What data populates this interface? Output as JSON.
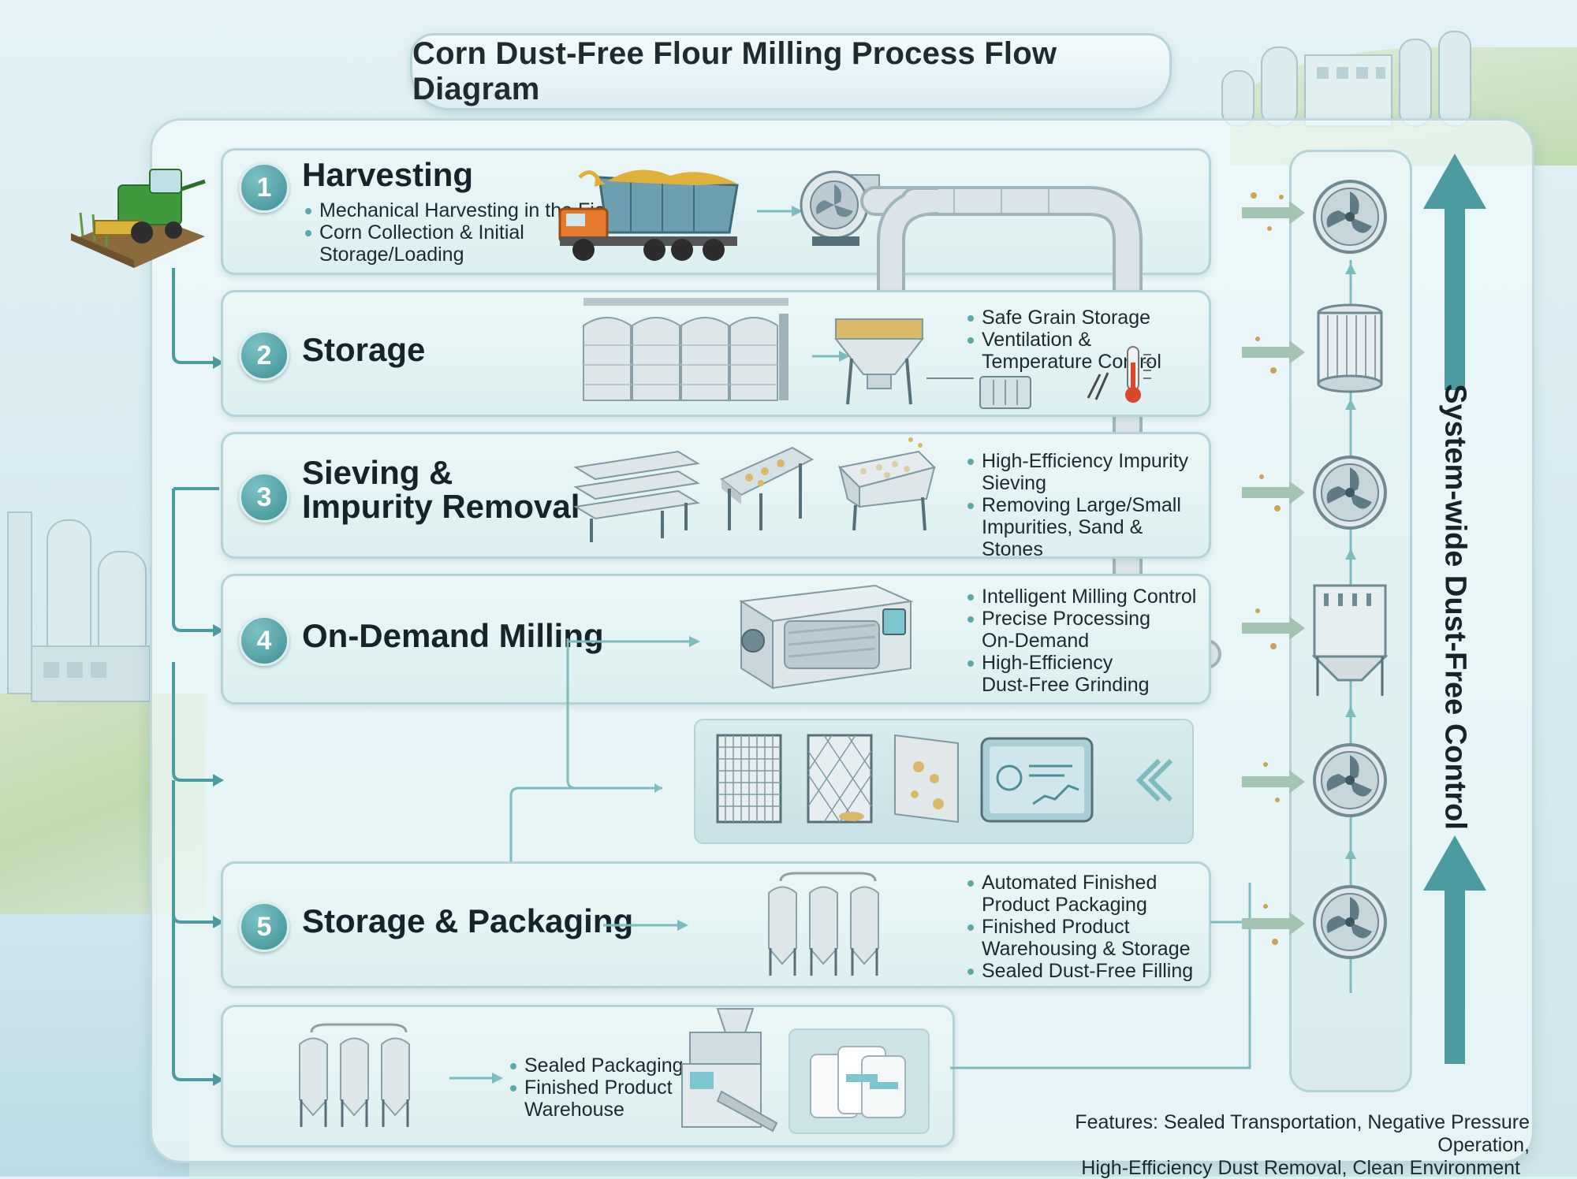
{
  "title": "Corn Dust-Free Flour Milling Process Flow Diagram",
  "stages": [
    {
      "number": "1",
      "title_lines": [
        "Harvesting"
      ],
      "bullets": [
        [
          "Mechanical Harvesting in the Field"
        ],
        [
          "Corn Collection & Initial",
          "Storage/Loading"
        ]
      ]
    },
    {
      "number": "2",
      "title_lines": [
        "Storage"
      ],
      "bullets": [
        [
          "Safe Grain Storage"
        ],
        [
          "Ventilation &",
          "Temperature Control"
        ]
      ]
    },
    {
      "number": "3",
      "title_lines": [
        "Sieving &",
        "Impurity Removal"
      ],
      "bullets": [
        [
          "High-Efficiency Impurity",
          "Sieving"
        ],
        [
          "Removing Large/Small",
          "Impurities, Sand & Stones"
        ]
      ]
    },
    {
      "number": "4",
      "title_lines": [
        "On-Demand Milling"
      ],
      "bullets": [
        [
          "Intelligent Milling Control"
        ],
        [
          "Precise Processing",
          "On-Demand"
        ],
        [
          "High-Efficiency",
          "Dust-Free Grinding"
        ]
      ]
    },
    {
      "number": "5",
      "title_lines": [
        "Storage & Packaging"
      ],
      "bullets": [
        [
          "Automated Finished",
          "Product Packaging"
        ],
        [
          "Finished Product",
          "Warehousing & Storage"
        ],
        [
          "Sealed Dust-Free Filling"
        ]
      ]
    }
  ],
  "bottom_stage": {
    "bullets": [
      [
        "Sealed Packaging"
      ],
      [
        "Finished Product",
        "Warehouse"
      ]
    ]
  },
  "control_label": "System-wide Dust-Free Control",
  "features": {
    "line1": "Features: Sealed Transportation, Negative Pressure Operation,",
    "line2": "High-Efficiency Dust Removal, Clean Environment"
  },
  "colors": {
    "accent": "#3e8f95",
    "panel": "#dceff0",
    "pipe": "#c9d6dc",
    "arrow": "#4b9ba0"
  },
  "icons": [
    "combine-harvester-icon",
    "dump-truck-icon",
    "blower-fan-icon",
    "grain-silos-icon",
    "hopper-icon",
    "control-panel-icon",
    "thermometer-icon",
    "vibrating-sieve-icon",
    "destoner-icon",
    "roller-mill-icon",
    "filter-screen-icon",
    "monitor-icon",
    "flour-silos-icon",
    "packaging-machine-icon",
    "flour-bags-icon",
    "exhaust-fan-icon",
    "cartridge-filter-icon",
    "baghouse-filter-icon",
    "factory-icon"
  ]
}
